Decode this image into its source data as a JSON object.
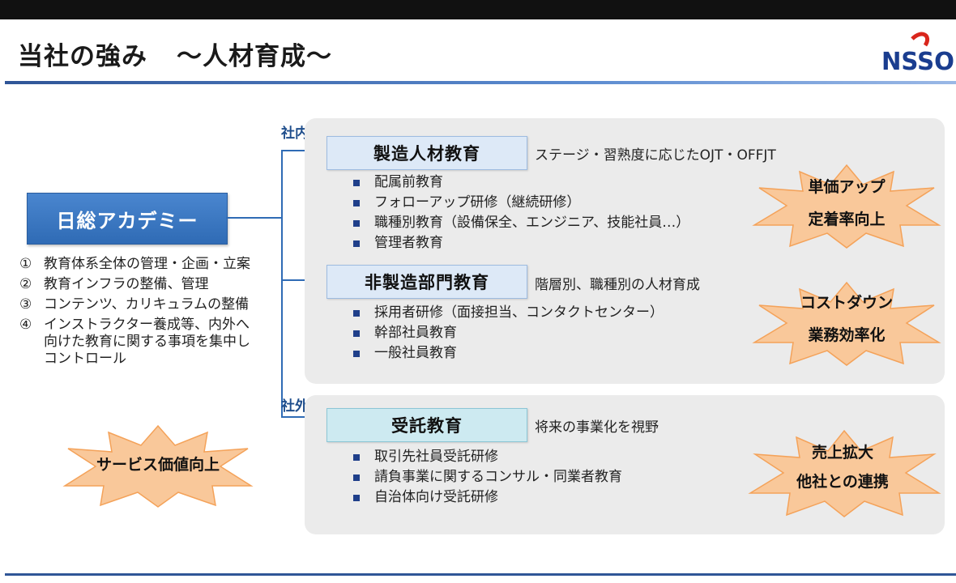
{
  "header": {
    "title_main": "当社の強み",
    "title_sub": "～人材育成～",
    "logo_text": "NSSO",
    "accent_color": "#2f5597"
  },
  "academy": {
    "name": "日総アカデミー",
    "duties": [
      {
        "num": "①",
        "text": "教育体系全体の管理・企画・立案"
      },
      {
        "num": "②",
        "text": "教育インフラの整備、管理"
      },
      {
        "num": "③",
        "text": "コンテンツ、カリキュラムの整備"
      },
      {
        "num": "④",
        "text": "インストラクター養成等、内外へ向けた教育に関する事項を集中しコントロール"
      }
    ],
    "burst": "サービス価値向上"
  },
  "internal": {
    "label": "社内",
    "groups": [
      {
        "title": "製造人材教育",
        "desc": "ステージ・習熟度に応じたOJT・OFFJT",
        "items": [
          "配属前教育",
          "フォローアップ研修（継続研修）",
          "職種別教育（設備保全、エンジニア、技能社員…）",
          "管理者教育"
        ],
        "burst_lines": [
          "単価アップ",
          "定着率向上"
        ]
      },
      {
        "title": "非製造部門教育",
        "desc": "階層別、職種別の人材育成",
        "items": [
          "採用者研修（面接担当、コンタクトセンター）",
          "幹部社員教育",
          "一般社員教育"
        ],
        "burst_lines": [
          "コストダウン",
          "業務効率化"
        ]
      }
    ]
  },
  "external": {
    "label": "社外",
    "group": {
      "title": "受託教育",
      "desc": "将来の事業化を視野",
      "items": [
        "取引先社員受託研修",
        "請負事業に関するコンサル・同業者教育",
        "自治体向け受託研修"
      ],
      "burst_lines": [
        "売上拡大",
        "他社との連携"
      ]
    }
  }
}
